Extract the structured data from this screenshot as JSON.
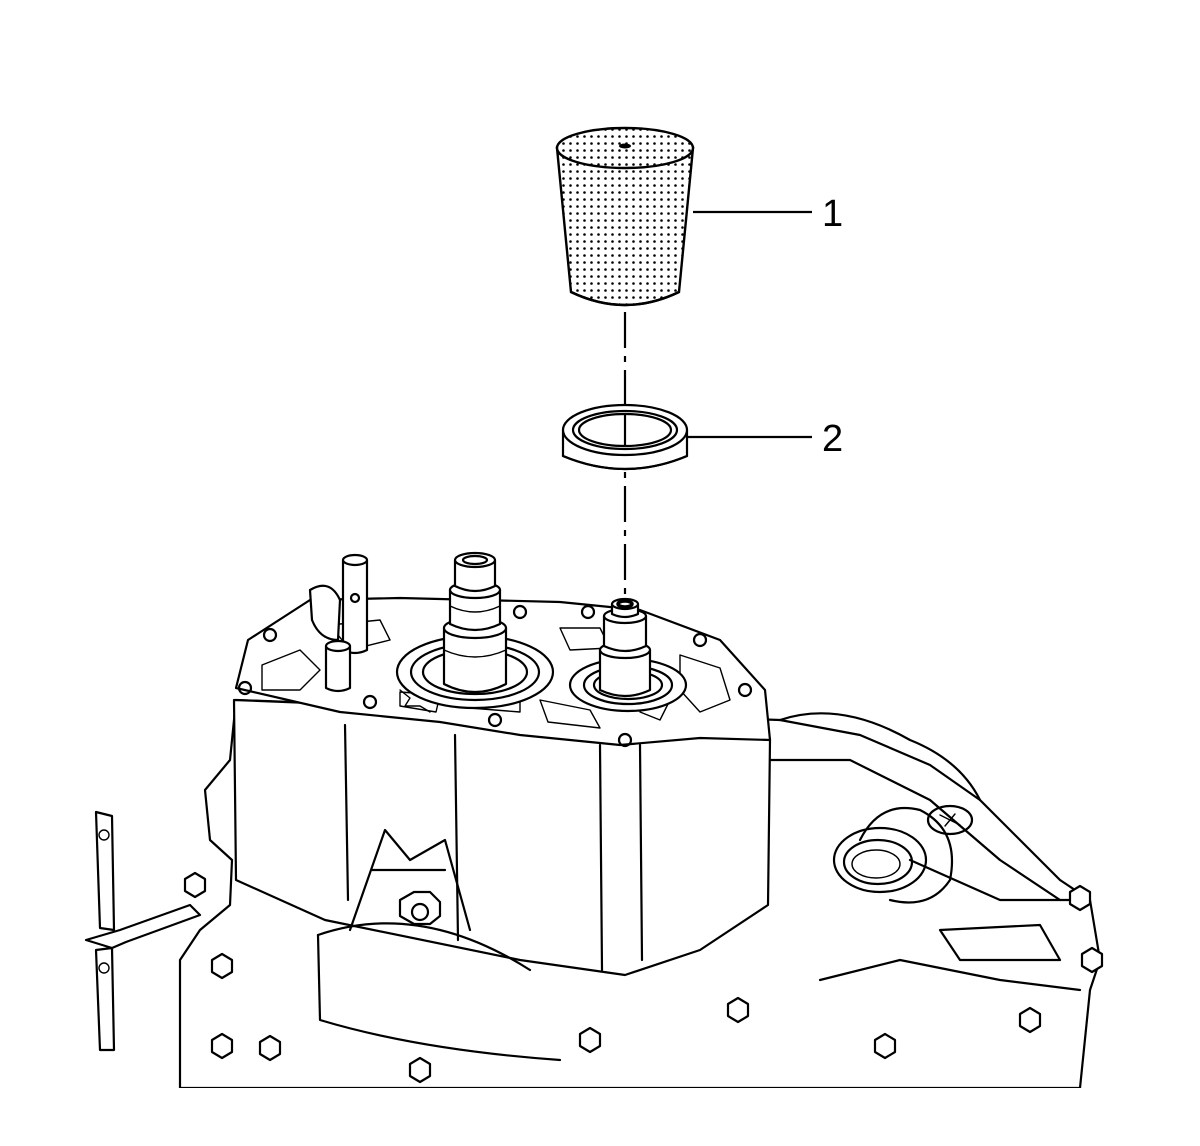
{
  "callouts": [
    {
      "number": "1",
      "part": "installer-tool"
    },
    {
      "number": "2",
      "part": "bearing-race"
    }
  ],
  "colors": {
    "line": "#000000",
    "background": "#ffffff",
    "stipple": "#000000"
  }
}
